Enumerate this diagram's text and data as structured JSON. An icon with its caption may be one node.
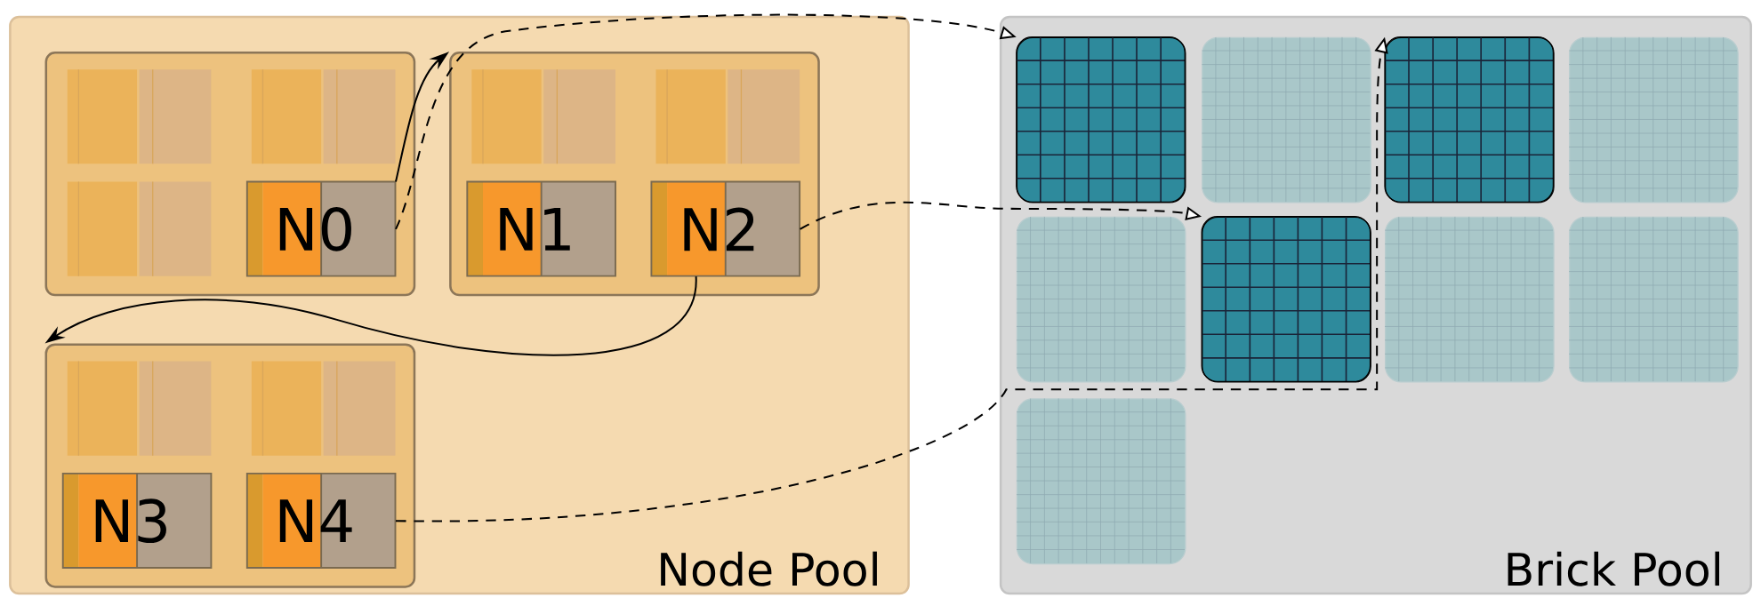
{
  "diagram": {
    "nodes": [
      {
        "text": [
          "Node Pool"
        ]
      },
      {
        "text": [],
        "shape": "box",
        "in": 0
      },
      {
        "text": [],
        "shape": "box",
        "in": 1
      },
      {
        "text": [],
        "shape": "box",
        "in": 1
      },
      {
        "text": [],
        "shape": "box",
        "in": 1
      },
      {
        "text": [
          "N0"
        ],
        "in": 1
      },
      {
        "text": [],
        "shape": "box",
        "in": 0
      },
      {
        "text": [],
        "shape": "box",
        "in": 6
      },
      {
        "text": [],
        "shape": "box",
        "in": 6
      },
      {
        "text": [
          "N1"
        ],
        "in": 6
      },
      {
        "text": [
          "N2"
        ],
        "in": 6
      },
      {
        "text": [],
        "shape": "box",
        "in": 0
      },
      {
        "text": [],
        "shape": "box",
        "in": 11
      },
      {
        "text": [],
        "shape": "box",
        "in": 11
      },
      {
        "text": [
          "N3"
        ],
        "in": 11
      },
      {
        "text": [
          "N4"
        ],
        "in": 11
      },
      {
        "text": [
          "Brick Pool"
        ]
      },
      {
        "text": [],
        "shape": "box",
        "in": 16
      },
      {
        "text": [],
        "shape": "box",
        "in": 16
      },
      {
        "text": [],
        "shape": "box",
        "in": 16
      },
      {
        "text": [],
        "shape": "box",
        "in": 16
      },
      {
        "text": [],
        "shape": "box",
        "in": 16
      },
      {
        "text": [],
        "shape": "box",
        "in": 16
      },
      {
        "text": [],
        "shape": "box",
        "in": 16
      },
      {
        "text": [],
        "shape": "box",
        "in": 16
      },
      {
        "text": [],
        "shape": "box",
        "in": 16
      }
    ],
    "edges": [
      {
        "from": 5,
        "to": 6,
        "arrow": "to"
      },
      {
        "from": 10,
        "to": 11,
        "arrow": "to"
      },
      {
        "from": 5,
        "to": 17,
        "arrow": "to",
        "style": "dashed"
      },
      {
        "from": 10,
        "to": 22,
        "arrow": "to",
        "style": "dashed"
      },
      {
        "from": 15,
        "to": 19,
        "arrow": "to",
        "style": "dashed"
      }
    ]
  }
}
